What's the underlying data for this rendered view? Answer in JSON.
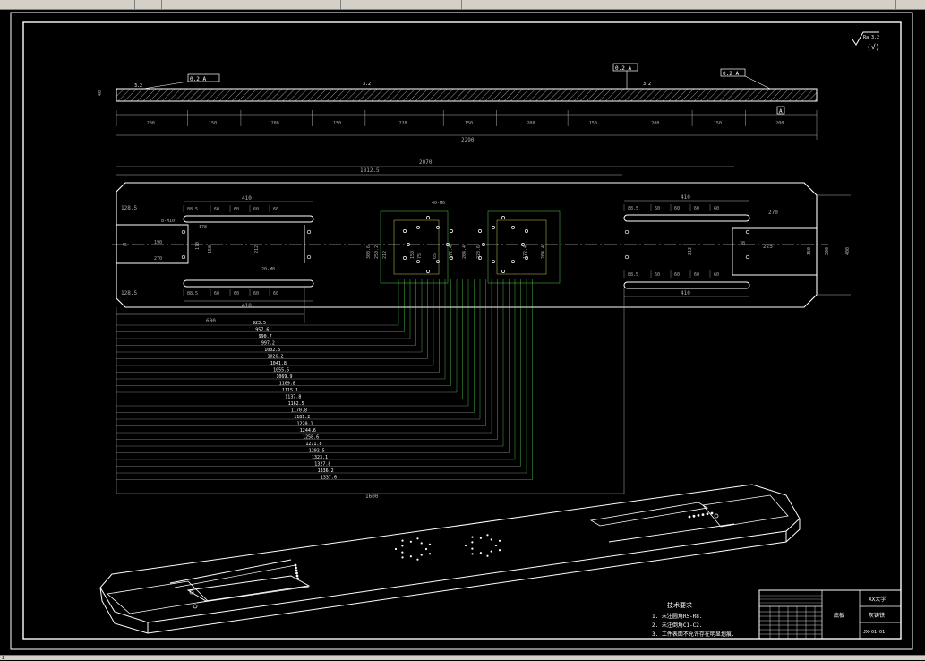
{
  "window": {
    "command_prompt": "z"
  },
  "drawing": {
    "colors": {
      "background": "#000000",
      "line": "#ffffff",
      "dim": "#b0b0b0",
      "aux": "#ffff66",
      "leader": "#66ff66"
    },
    "surface_finish": "Ra 3.2",
    "side_view": {
      "tolerances": [
        "0.2  A",
        "0.2  A",
        "0.2  A"
      ],
      "finish_marks": [
        "3.2",
        "3.2",
        "3.2"
      ],
      "datum": "A",
      "thickness": "40",
      "segments": [
        "200",
        "150",
        "200",
        "150",
        "220",
        "150",
        "200",
        "150",
        "200",
        "150",
        "200"
      ],
      "total_length": "2290"
    },
    "plan_view": {
      "overall_length": "2070",
      "center_offset": "1812.5",
      "left_slot_group": {
        "top_len": "410",
        "top_pitch": [
          "88.5",
          "60",
          "60",
          "60",
          "60"
        ],
        "bottom_len": "410",
        "bottom_pitch": [
          "88.5",
          "60",
          "60",
          "60",
          "60"
        ],
        "left_offsets": [
          "128.5",
          "128.5"
        ],
        "hole_note": "8-M10",
        "hole_note2": "20-M8",
        "inner": [
          "178",
          "170",
          "150",
          "212",
          "45",
          "190",
          "270"
        ]
      },
      "right_slot_group": {
        "top_len": "410",
        "bottom_len": "410",
        "top_pitch": [
          "88.5",
          "60",
          "60",
          "60",
          "60"
        ],
        "bottom_pitch": [
          "88.5",
          "60",
          "60",
          "60",
          "60"
        ],
        "dims": [
          "270",
          "225",
          "38",
          "212",
          "150",
          "200",
          "400"
        ]
      },
      "center_group": {
        "note": "40-M6",
        "dims": [
          "300.6",
          "250.2",
          "212",
          "150",
          "75",
          "65",
          "172.4",
          "204.4",
          "220.6",
          "172.4",
          "204.4"
        ]
      },
      "left_ref": "600",
      "bottom_ref": "1600",
      "chain_dims": [
        "923.5",
        "957.6",
        "990.7",
        "997.2",
        "1002.5",
        "1026.2",
        "1041.8",
        "1055.5",
        "1069.9",
        "1109.8",
        "1115.1",
        "1137.8",
        "1162.5",
        "1170.8",
        "1181.2",
        "1220.1",
        "1244.6",
        "1258.6",
        "1271.8",
        "1292.5",
        "1323.1",
        "1327.8",
        "1336.2",
        "1337.6"
      ]
    },
    "notes": {
      "title": "技术要求",
      "items": [
        "1. 未注圆角R5-R8.",
        "2. 未注倒角C1-C2.",
        "3. 工件表面不允许存在明显划痕."
      ]
    },
    "title_block": {
      "part_name": "底板",
      "school": "XX大学",
      "material": "灰铸铁",
      "drawing_no": "JX-01-01"
    }
  }
}
